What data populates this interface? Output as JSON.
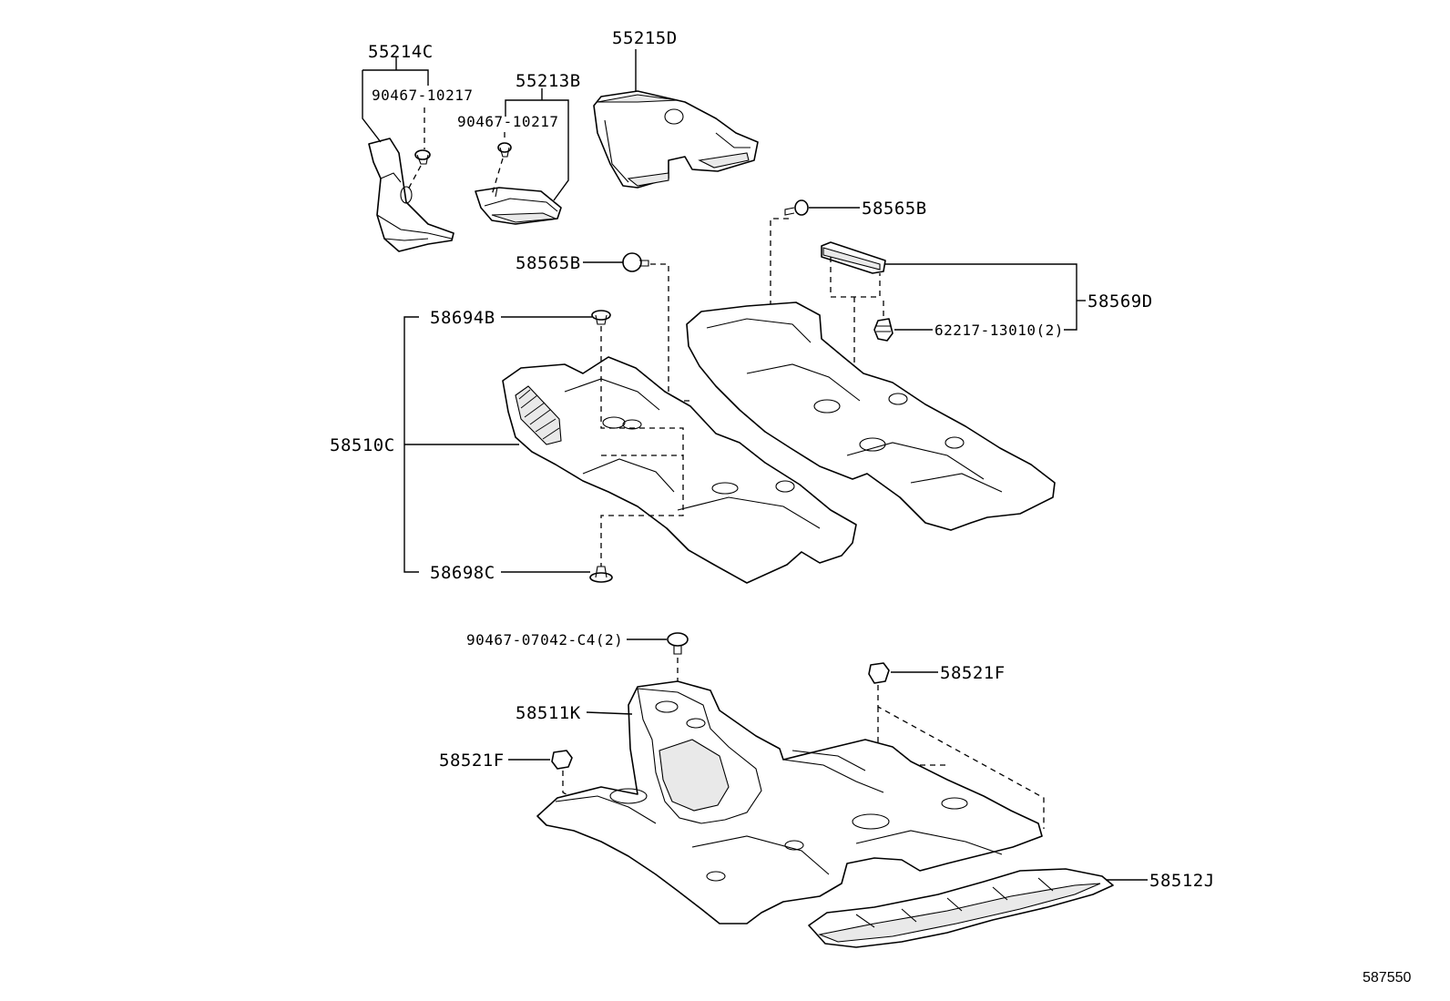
{
  "diagram": {
    "reference_number": "587550",
    "labels": {
      "p55214C": "55214C",
      "p90467_10217_a": "90467-10217",
      "p55213B": "55213B",
      "p90467_10217_b": "90467-10217",
      "p55215D": "55215D",
      "p58565B_right": "58565B",
      "p58565B_left": "58565B",
      "p58569D": "58569D",
      "p62217_13010": "62217-13010(2)",
      "p58694B": "58694B",
      "p58510C": "58510C",
      "p58698C": "58698C",
      "p90467_07042": "90467-07042-C4(2)",
      "p58521F_right": "58521F",
      "p58511K": "58511K",
      "p58521F_left": "58521F",
      "p58512J": "58512J"
    }
  }
}
